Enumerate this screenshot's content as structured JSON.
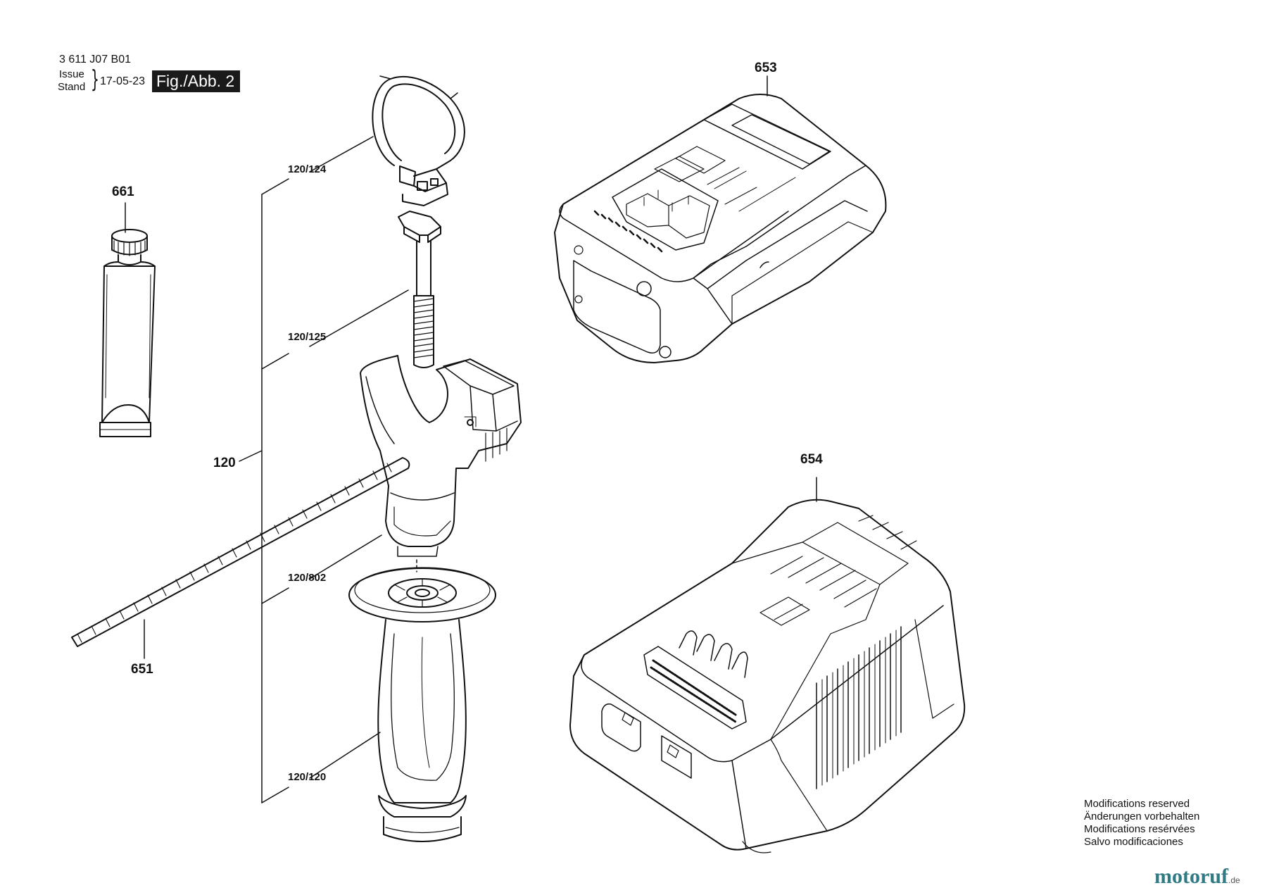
{
  "header": {
    "doc_number": "3 611 J07 B01",
    "issue_label": "Issue",
    "stand_label": "Stand",
    "brace": "}",
    "issue_date": "17-05-23",
    "figure_label": "Fig./Abb. 2"
  },
  "callouts": {
    "c661": "661",
    "c651": "651",
    "c120": "120",
    "c120_124": "120/124",
    "c120_125": "120/125",
    "c120_802": "120/802",
    "c120_120": "120/120",
    "c653": "653",
    "c654": "654"
  },
  "footer": {
    "modifications": [
      "Modifications reserved",
      "Änderungen vorbehalten",
      "Modifications resérvées",
      "Salvo modificaciones"
    ]
  },
  "watermark": {
    "brand": "motoruf",
    "tld": ".de",
    "color": "#2f7a84"
  }
}
